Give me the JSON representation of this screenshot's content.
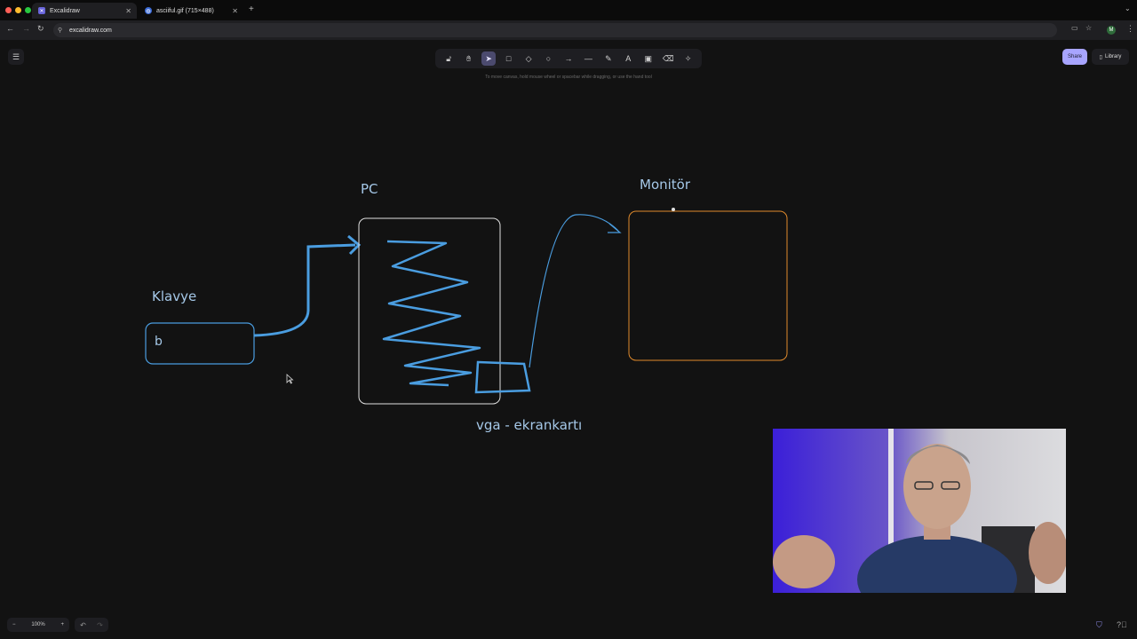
{
  "browser": {
    "tabs": [
      {
        "title": "Excalidraw",
        "active": true
      },
      {
        "title": "asciiful.gif (715×488)",
        "active": false
      }
    ],
    "url": "excalidraw.com",
    "profile_initial": "M"
  },
  "toolbar": {
    "tools": [
      "lock-icon",
      "hand-icon",
      "selection-icon",
      "rectangle-icon",
      "diamond-icon",
      "ellipse-icon",
      "arrow-icon",
      "line-icon",
      "pencil-icon",
      "text-icon",
      "image-icon",
      "eraser-icon",
      "extra-tools-icon"
    ],
    "active_tool": "selection-icon",
    "hint": "To move canvas, hold mouse wheel or spacebar while dragging, or use the hand tool"
  },
  "header": {
    "share_label": "Share",
    "library_label": "Library"
  },
  "footer": {
    "zoom_level": "100%"
  },
  "drawing": {
    "labels": {
      "pc": "PC",
      "monitor": "Monitör",
      "keyboard": "Klavye",
      "key": "b",
      "vga": "vga - ekrankartı"
    },
    "colors": {
      "sketch_blue": "#a5c8e8",
      "stroke_blue": "#4a9de0",
      "monitor_orange": "#e08a2c",
      "pc_box": "#e0e0e0",
      "accent": "#a8a5ff"
    }
  }
}
